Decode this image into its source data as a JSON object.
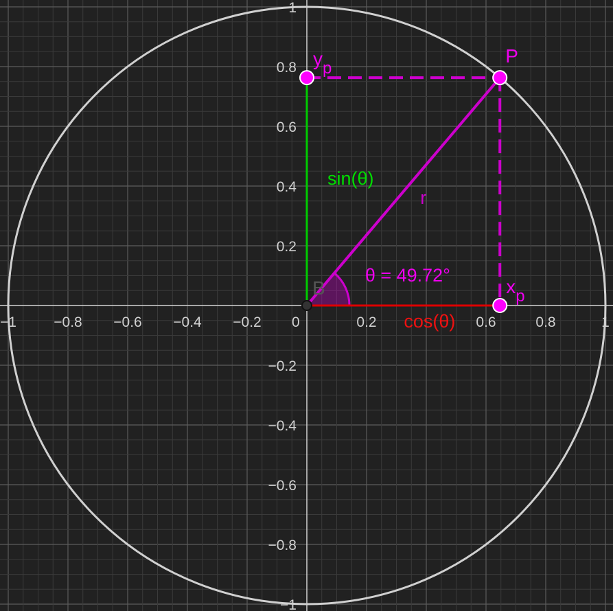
{
  "colors": {
    "background": "#212121",
    "grid_minor": "#3a3a3a",
    "grid_major": "#5c5c5c",
    "axis": "#cfcfcf",
    "circle": "#d0d0d0",
    "magenta": "#cc00cc",
    "point": "#ff00ff",
    "green": "#00cc00",
    "red": "#dd0000",
    "dark_point": "#333333"
  },
  "axes": {
    "x_ticks": [
      {
        "value": -1,
        "label": "−1"
      },
      {
        "value": -0.8,
        "label": "−0.8"
      },
      {
        "value": -0.6,
        "label": "−0.6"
      },
      {
        "value": -0.4,
        "label": "−0.4"
      },
      {
        "value": -0.2,
        "label": "−0.2"
      },
      {
        "value": 0.2,
        "label": "0.2"
      },
      {
        "value": 0.6,
        "label": "0.6"
      },
      {
        "value": 0.8,
        "label": "0.8"
      },
      {
        "value": 1,
        "label": "1"
      }
    ],
    "y_ticks": [
      {
        "value": 1,
        "label": "1"
      },
      {
        "value": 0.8,
        "label": "0.8"
      },
      {
        "value": 0.6,
        "label": "0.6"
      },
      {
        "value": 0.4,
        "label": "0.4"
      },
      {
        "value": 0.2,
        "label": "0.2"
      },
      {
        "value": -0.2,
        "label": "−0.2"
      },
      {
        "value": -0.4,
        "label": "−0.4"
      },
      {
        "value": -0.6,
        "label": "−0.6"
      },
      {
        "value": -0.8,
        "label": "−0.8"
      },
      {
        "value": -1,
        "label": "−1"
      }
    ],
    "origin_label": "0"
  },
  "geometry": {
    "theta_degrees": 49.72,
    "radius": 1
  },
  "labels": {
    "point_p": "P",
    "point_b": "B",
    "yp_main": "y",
    "yp_sub": "p",
    "xp_main": "x",
    "xp_sub": "p",
    "sin": "sin(θ)",
    "cos": "cos(θ)",
    "r": "r",
    "theta": "θ = 49.72°"
  }
}
